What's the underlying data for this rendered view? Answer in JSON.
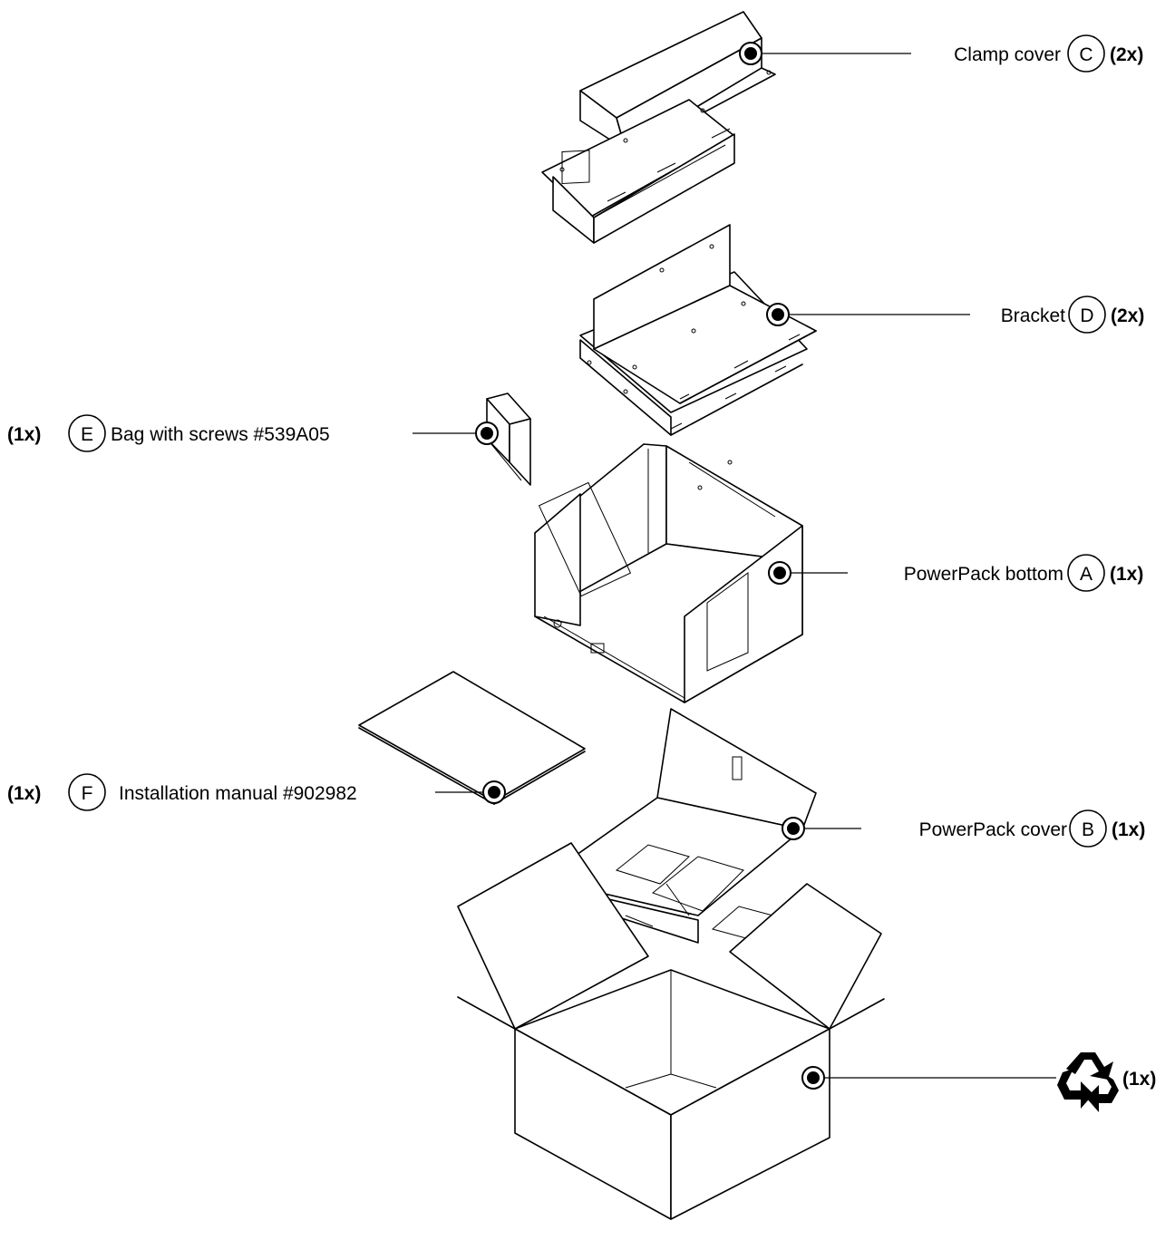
{
  "labels": {
    "clamp_cover": {
      "name": "Clamp cover",
      "letter": "C",
      "qty": "(2x)"
    },
    "bracket": {
      "name": "Bracket",
      "letter": "D",
      "qty": "(2x)"
    },
    "bag_screws": {
      "qty": "(1x)",
      "letter": "E",
      "name": "Bag with screws #539A05"
    },
    "powerpack_bottom": {
      "name": "PowerPack bottom",
      "letter": "A",
      "qty": "(1x)"
    },
    "installation_manual": {
      "qty": "(1x)",
      "letter": "F",
      "name": "Installation manual #902982"
    },
    "powerpack_cover": {
      "name": "PowerPack cover",
      "letter": "B",
      "qty": "(1x)"
    },
    "box": {
      "icon": "recycle-icon",
      "qty": "(1x)"
    }
  },
  "colors": {
    "ink": "#000000",
    "paper": "#ffffff"
  }
}
